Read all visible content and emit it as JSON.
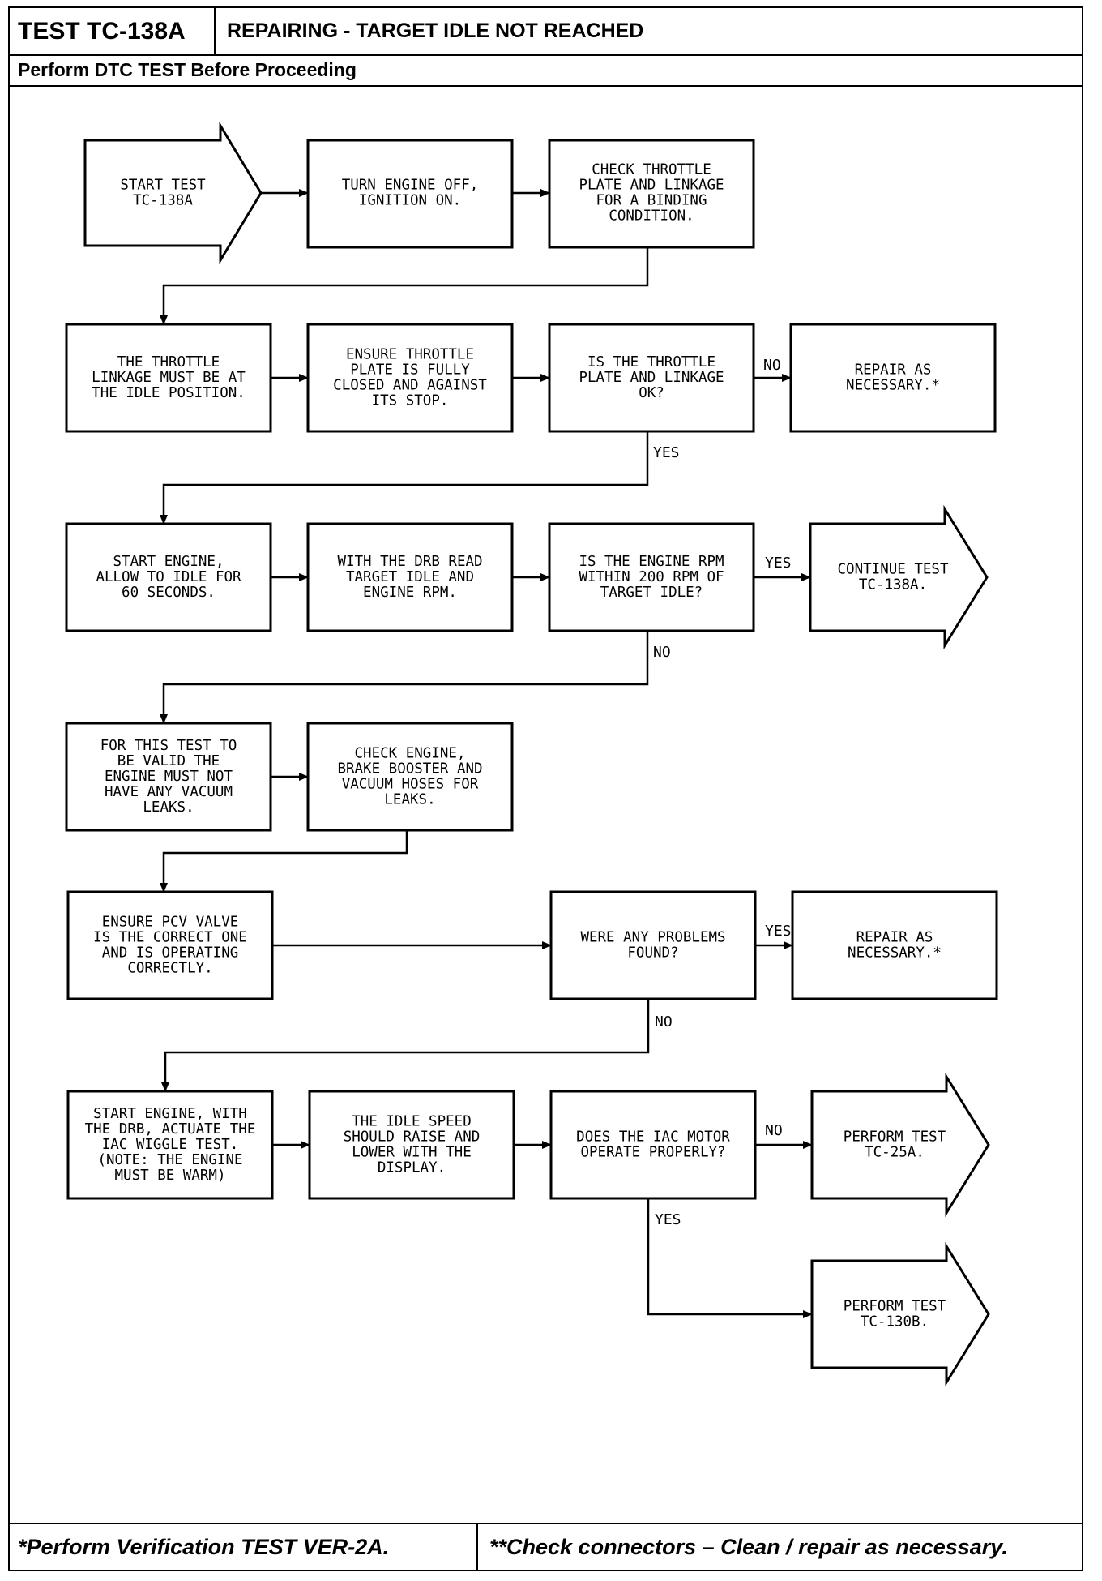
{
  "header": {
    "test_id": "TEST TC-138A",
    "title": "REPAIRING - TARGET IDLE NOT REACHED",
    "subtitle": "Perform DTC TEST Before Proceeding"
  },
  "footer": {
    "left": "*Perform Verification TEST VER-2A.",
    "right": "**Check connectors – Clean / repair as necessary."
  },
  "nodes": {
    "start": {
      "kind": "arrow",
      "lines": [
        "START TEST",
        "TC-138A"
      ]
    },
    "engine_off": {
      "kind": "box",
      "lines": [
        "TURN ENGINE OFF,",
        "IGNITION ON."
      ]
    },
    "check_throttle": {
      "kind": "box",
      "lines": [
        "CHECK THROTTLE",
        "PLATE AND LINKAGE",
        "FOR A BINDING",
        "CONDITION."
      ]
    },
    "linkage_idle": {
      "kind": "box",
      "lines": [
        "THE THROTTLE",
        "LINKAGE MUST BE AT",
        "THE IDLE POSITION."
      ]
    },
    "ensure_plate": {
      "kind": "box",
      "lines": [
        "ENSURE THROTTLE",
        "PLATE IS FULLY",
        "CLOSED AND AGAINST",
        "ITS STOP."
      ]
    },
    "plate_ok": {
      "kind": "box",
      "lines": [
        "IS THE THROTTLE",
        "PLATE AND LINKAGE",
        "OK?"
      ]
    },
    "repair_1": {
      "kind": "box",
      "lines": [
        "REPAIR AS",
        "NECESSARY.*"
      ]
    },
    "start_engine": {
      "kind": "box",
      "lines": [
        "START ENGINE,",
        "ALLOW TO IDLE FOR",
        "60 SECONDS."
      ]
    },
    "drb_read": {
      "kind": "box",
      "lines": [
        "WITH THE DRB READ",
        "TARGET IDLE AND",
        "ENGINE RPM."
      ]
    },
    "rpm_within": {
      "kind": "box",
      "lines": [
        "IS THE ENGINE RPM",
        "WITHIN 200 RPM OF",
        "TARGET IDLE?"
      ]
    },
    "continue": {
      "kind": "arrow",
      "lines": [
        "CONTINUE TEST",
        "TC-138A."
      ]
    },
    "vacuum_leaks": {
      "kind": "box",
      "lines": [
        "FOR THIS TEST TO",
        "BE VALID THE",
        "ENGINE MUST NOT",
        "HAVE ANY VACUUM",
        "LEAKS."
      ]
    },
    "check_hoses": {
      "kind": "box",
      "lines": [
        "CHECK ENGINE,",
        "BRAKE BOOSTER AND",
        "VACUUM HOSES FOR",
        "LEAKS."
      ]
    },
    "pcv_valve": {
      "kind": "box",
      "lines": [
        "ENSURE PCV VALVE",
        "IS THE CORRECT ONE",
        "AND IS OPERATING",
        "CORRECTLY."
      ]
    },
    "problems_found": {
      "kind": "box",
      "lines": [
        "WERE ANY PROBLEMS",
        "FOUND?"
      ]
    },
    "repair_2": {
      "kind": "box",
      "lines": [
        "REPAIR AS",
        "NECESSARY.*"
      ]
    },
    "iac_wiggle": {
      "kind": "box",
      "lines": [
        "START ENGINE, WITH",
        "THE DRB, ACTUATE THE",
        "IAC WIGGLE TEST.",
        "(NOTE: THE ENGINE",
        "MUST BE WARM)"
      ]
    },
    "idle_speed": {
      "kind": "box",
      "lines": [
        "THE IDLE SPEED",
        "SHOULD RAISE AND",
        "LOWER WITH THE",
        "DISPLAY."
      ]
    },
    "iac_operate": {
      "kind": "box",
      "lines": [
        "DOES THE IAC MOTOR",
        "OPERATE PROPERLY?"
      ]
    },
    "perform_25a": {
      "kind": "arrow",
      "lines": [
        "PERFORM TEST",
        "TC-25A."
      ]
    },
    "perform_130b": {
      "kind": "arrow",
      "lines": [
        "PERFORM TEST",
        "TC-130B."
      ]
    }
  },
  "edge_labels": {
    "no_repair_1": "NO",
    "yes_plate_ok": "YES",
    "yes_continue": "YES",
    "no_rpm": "NO",
    "yes_repair_2": "YES",
    "no_problems": "NO",
    "no_iac": "NO",
    "yes_iac": "YES"
  }
}
